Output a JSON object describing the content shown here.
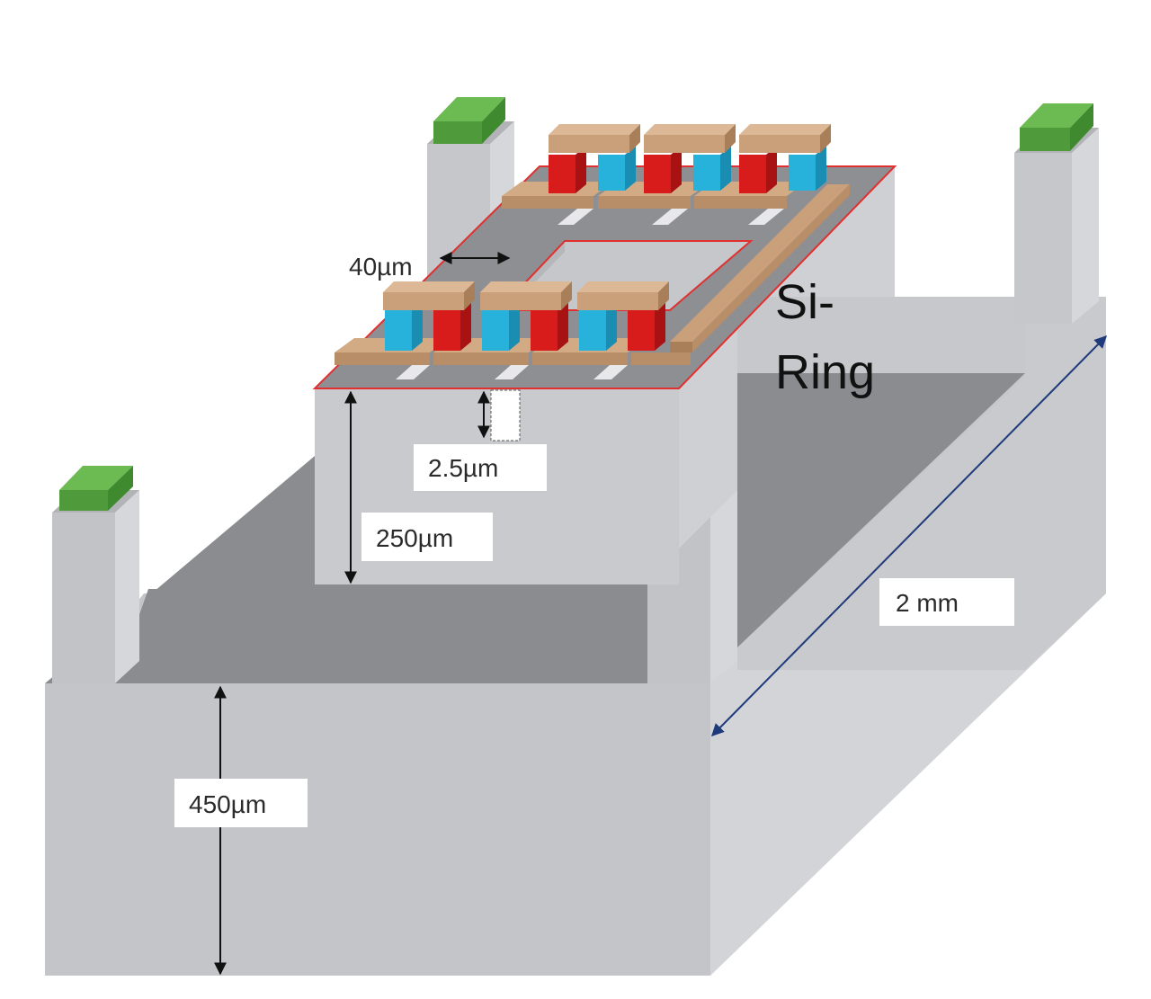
{
  "labels": {
    "ring_width": "40µm",
    "gap_depth": "2.5µm",
    "ring_height": "250µm",
    "base_height": "450µm",
    "length": "2 mm",
    "ring_name_line1": "Si-",
    "ring_name_line2": "Ring"
  },
  "colors": {
    "silicon_top": "#bdbec2",
    "silicon_face": "#c9cacd",
    "silicon_dark": "#8e8f93",
    "floor": "#8b8c90",
    "pad": "#5aa845",
    "n_leg": "#e02020",
    "p_leg": "#27b2dc",
    "metal": "#c9a07a",
    "outline": "#e03030",
    "arrow": "#1f3a7a"
  }
}
